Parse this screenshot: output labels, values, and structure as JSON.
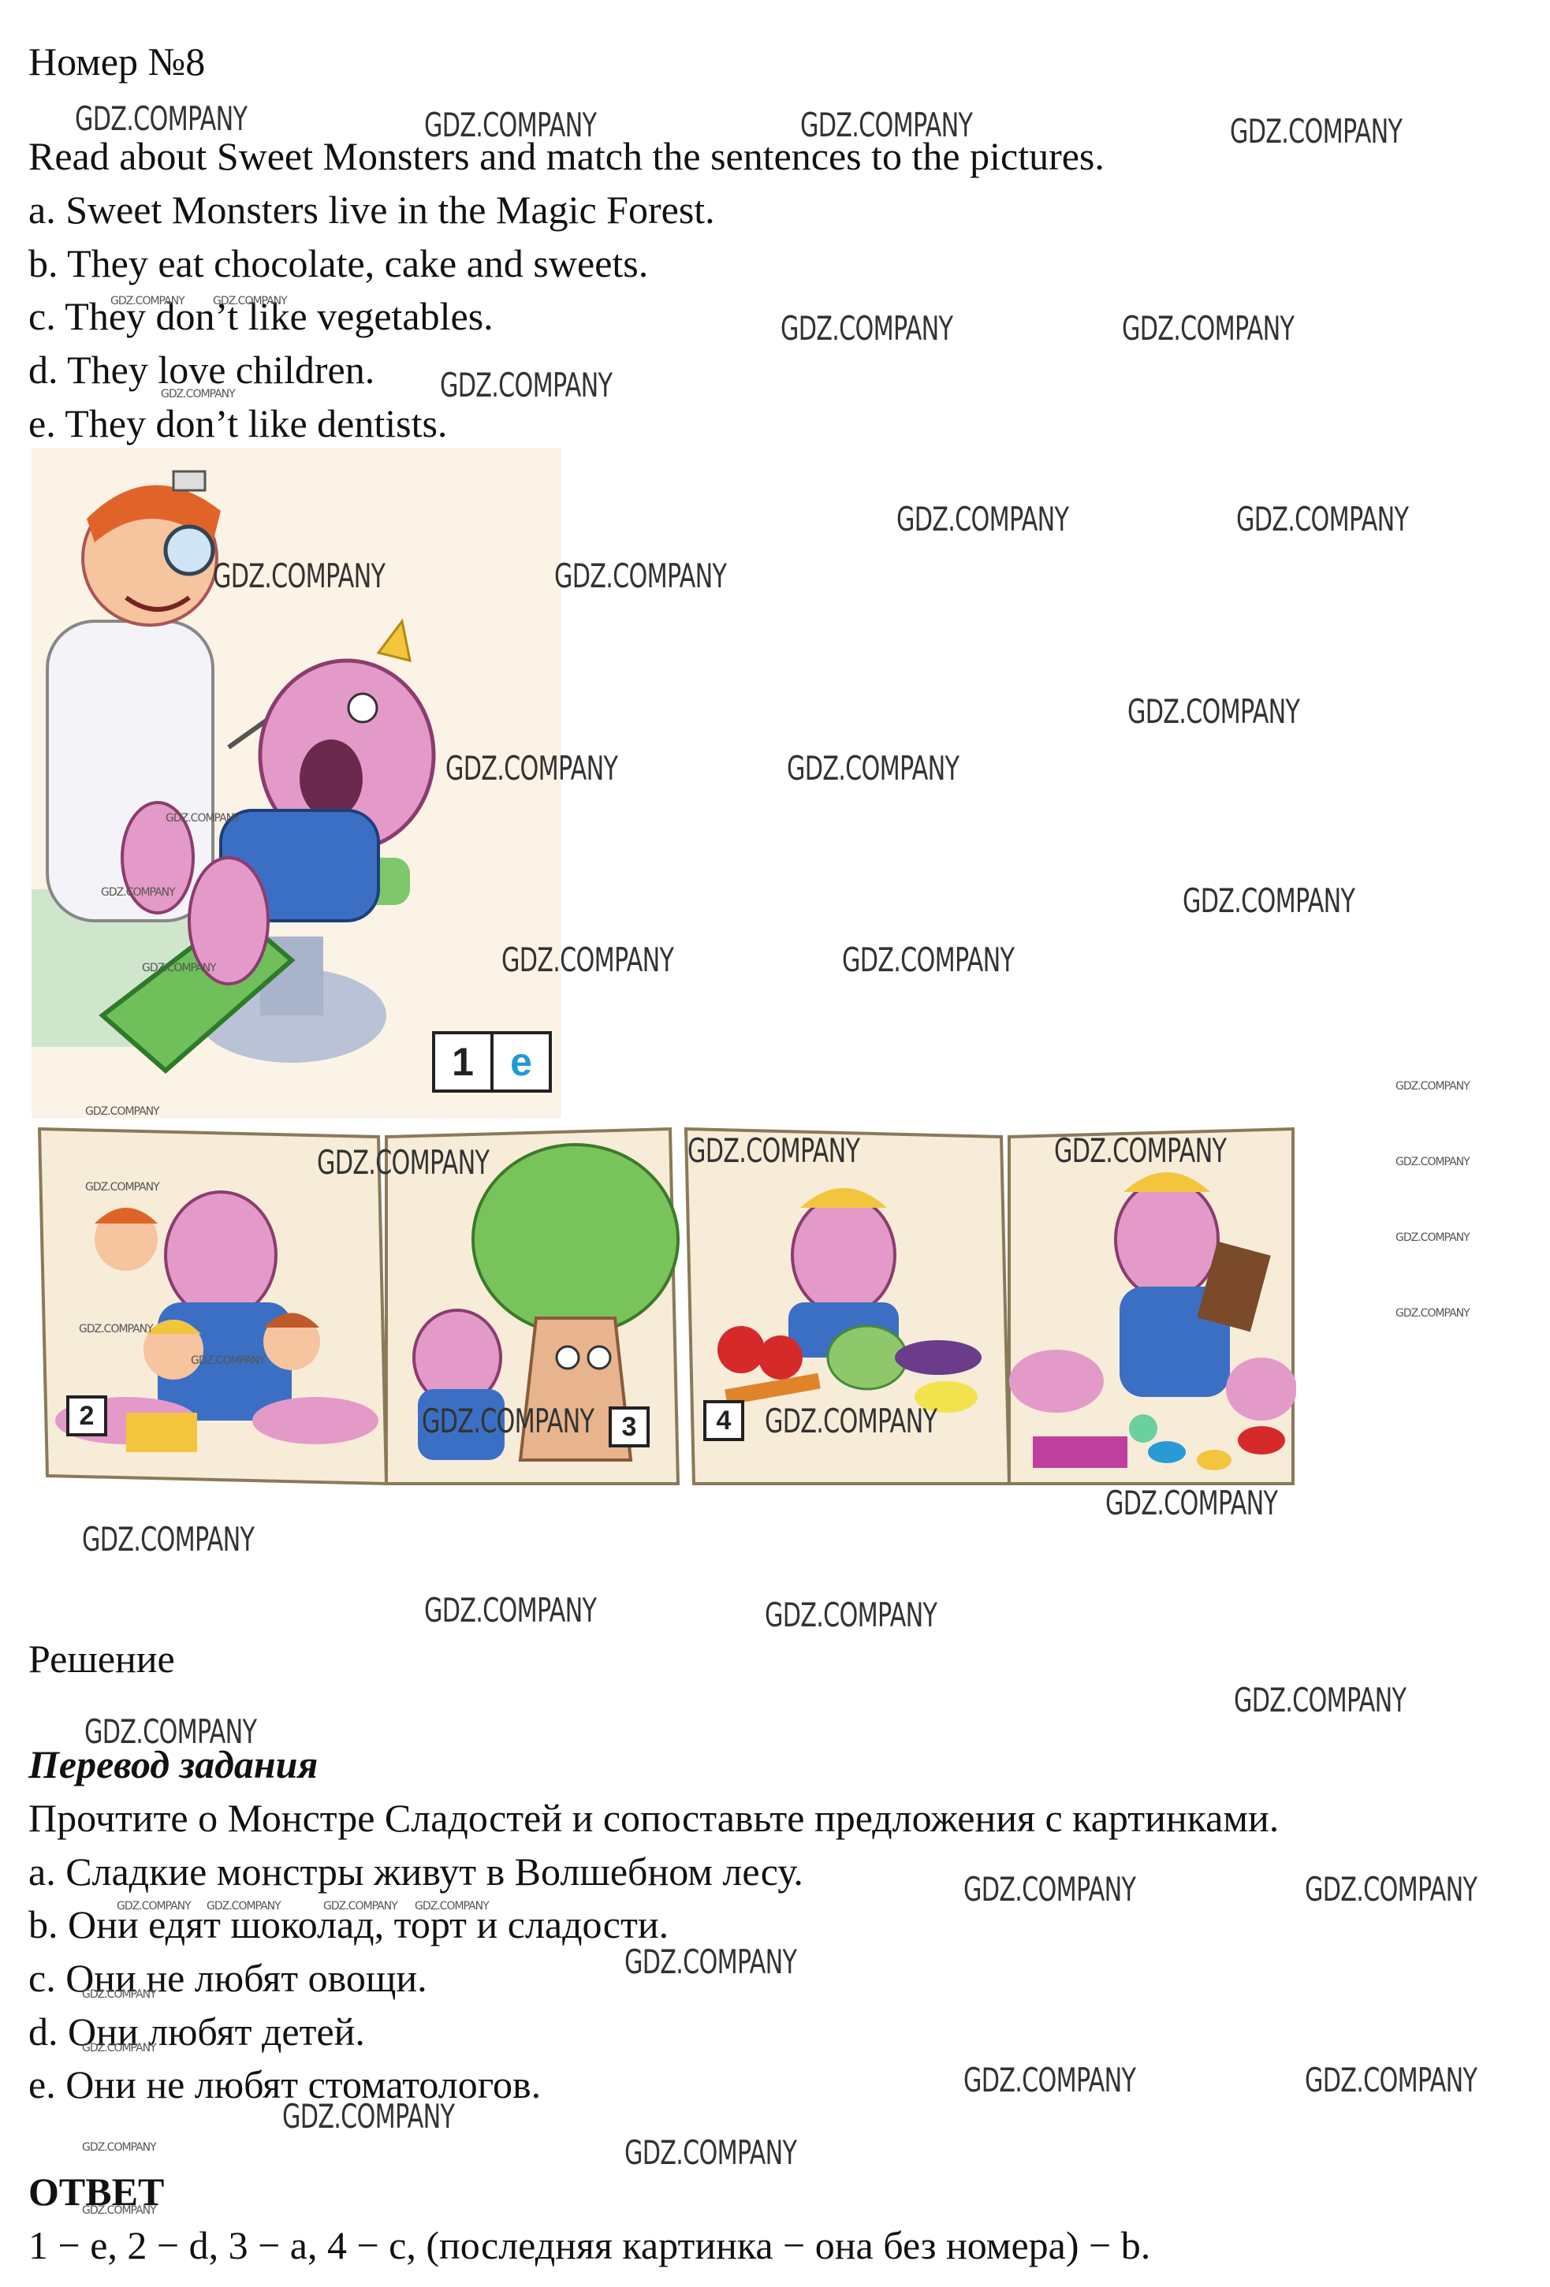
{
  "header": {
    "title": "Номер №8"
  },
  "task": {
    "instruction": "Read about Sweet Monsters and match the sentences to the pictures.",
    "sentences": [
      "a. Sweet Monsters live in the Magic Forest.",
      "b. They eat chocolate, cake and sweets.",
      "c. They don’t like vegetables.",
      "d. They love children.",
      "e. They don’t like dentists."
    ]
  },
  "pictures": {
    "p1": {
      "number": "1",
      "letter": "e"
    },
    "p2": {
      "number": "2"
    },
    "p3": {
      "number": "3"
    },
    "p4": {
      "number": "4"
    }
  },
  "solution": {
    "heading": "Решение",
    "translation_heading": "Перевод задания",
    "instruction": "Прочтите о Монстре Сладостей и сопоставьте предложения с картинками.",
    "sentences": [
      "a. Сладкие монстры живут в Волшебном лесу.",
      "b. Они едят шоколад, торт и сладости.",
      "c. Они не любят овощи.",
      "d. Они любят детей.",
      "e. Они не любят стоматологов."
    ]
  },
  "answer": {
    "heading": "ОТВЕТ",
    "text": "1 − e, 2 − d, 3 − a, 4 − c, (последняя картинка − она без номера) − b."
  },
  "watermark": {
    "text": "GDZ.COMPANY"
  },
  "colors": {
    "accent_blue": "#1e9ad6",
    "monster_pink": "#e49ac8",
    "book_page": "#f6ecd8"
  }
}
